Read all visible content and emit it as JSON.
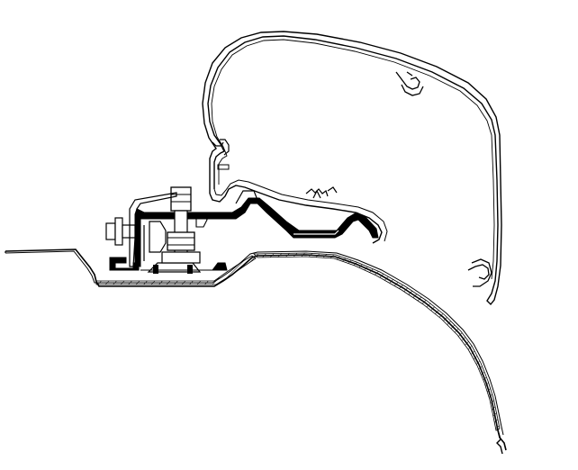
{
  "figure": {
    "kind": "technical line drawing",
    "background_color": "#ffffff",
    "line_color": "#000000",
    "fill_color": "#000000",
    "hatch_color": "#000000"
  },
  "parts": [
    {
      "id": "awning-case",
      "icon": "awning-cassette-profile"
    },
    {
      "id": "wall-adapter",
      "icon": "mounting-adapter-profile"
    },
    {
      "id": "bracket",
      "icon": "black-bracket-profile"
    },
    {
      "id": "bolt",
      "icon": "hex-bolt"
    },
    {
      "id": "roof-panel",
      "icon": "roof-skin-section"
    }
  ]
}
